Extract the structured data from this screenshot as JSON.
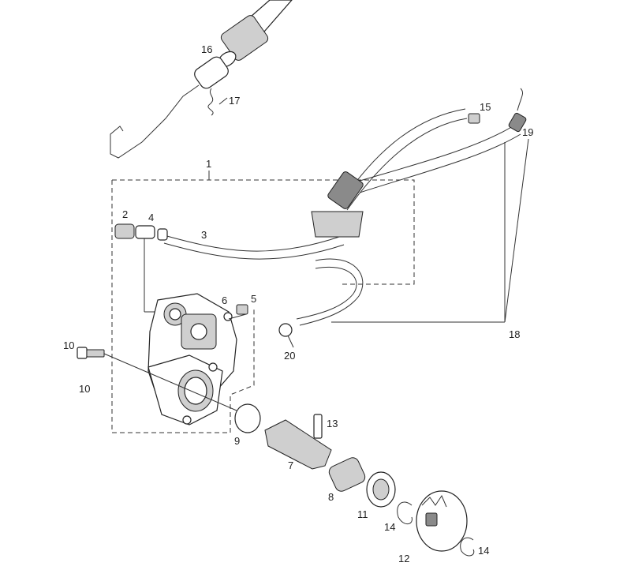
{
  "labels": {
    "l1": "1",
    "l2": "2",
    "l3": "3",
    "l4": "4",
    "l5": "5",
    "l6": "6",
    "l7": "7",
    "l8": "8",
    "l9": "9",
    "l10a": "10",
    "l10b": "10",
    "l11": "11",
    "l12": "12",
    "l13": "13",
    "l14a": "14",
    "l14b": "14",
    "l15": "15",
    "l16": "16",
    "l17": "17",
    "l18": "18",
    "l19": "19",
    "l20": "20"
  }
}
